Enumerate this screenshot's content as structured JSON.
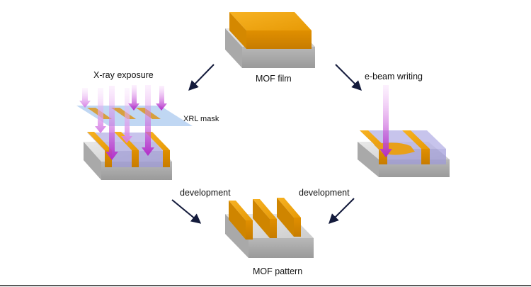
{
  "labels": {
    "mof_film": "MOF film",
    "xray_exposure": "X-ray exposure",
    "ebeam_writing": "e-beam writing",
    "xrl_mask": "XRL mask",
    "development_left": "development",
    "development_right": "development",
    "mof_pattern": "MOF pattern"
  },
  "colors": {
    "mof": "#f2a20c",
    "substrate": "#d6d6d6",
    "mask": "#8cb6ea",
    "beam": "#c23fd6",
    "arrow": "#141b3c"
  }
}
